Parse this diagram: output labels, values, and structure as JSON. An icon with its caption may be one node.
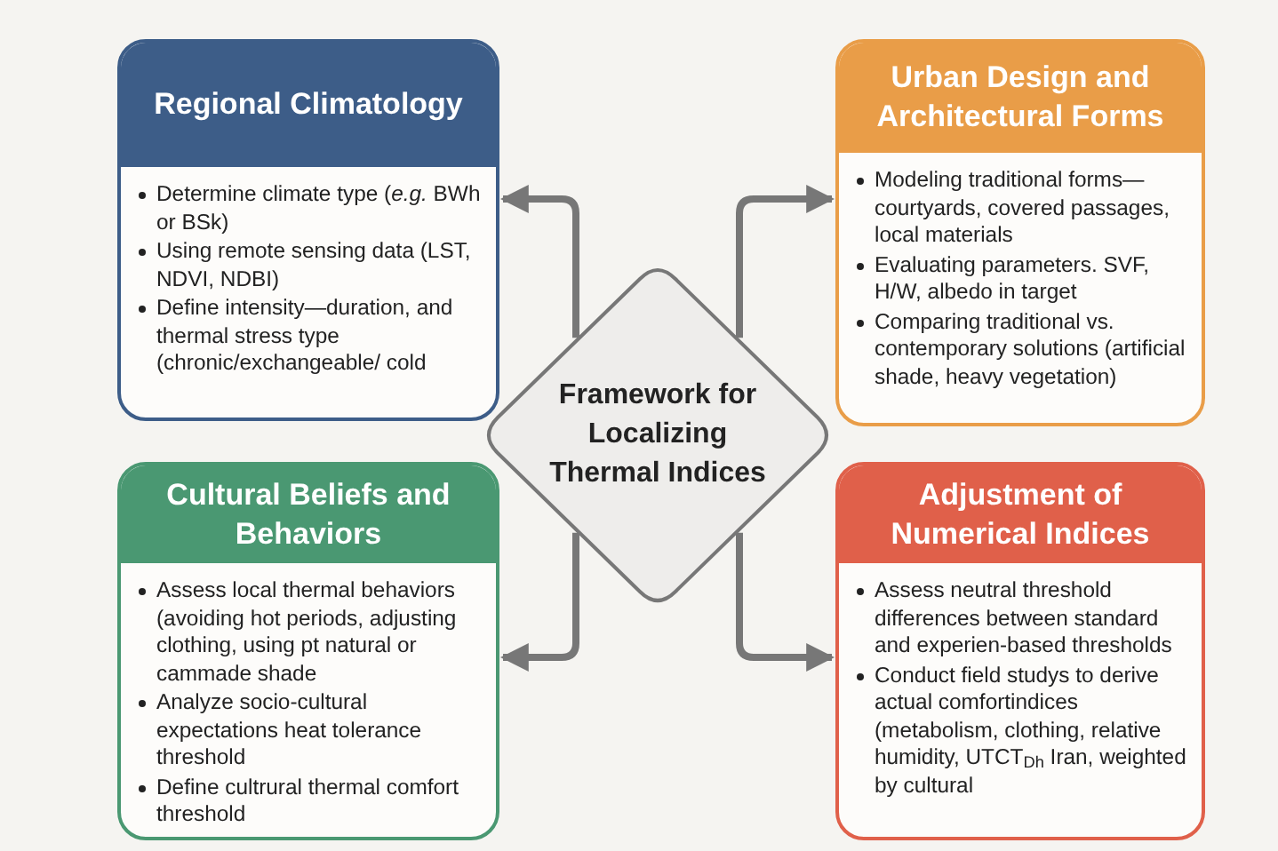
{
  "diagram": {
    "nodes": [
      {
        "text": [
          "Regional Climatology",
          "Determine climate type (*e.g.* BWh or BSk)",
          "Using remote sensing data (LST, NDVI, NDBI)",
          "Define intensity—duration, and thermal stress type (chronic/exchangeable/ cold"
        ]
      },
      {
        "text": [
          "Urban Design and Architectural Forms",
          "Modeling traditional forms— courtyards, covered passages, local materials",
          "Evaluating parameters. SVF, H/W, albedo in target",
          "Comparing traditional vs. contemporary solutions (artificial shade, heavy vegetation)"
        ]
      },
      {
        "text": [
          "Framework for Localizing Thermal Indices"
        ]
      },
      {
        "text": [
          "Cultural Beliefs and Behaviors",
          "Assess local thermal behaviors (avoiding hot periods, adjusting clothing, using pt natural or cammade shade",
          "Analyze socio-cultural expectations heat tolerance threshold",
          "Define cultrural thermal comfort threshold"
        ]
      },
      {
        "text": [
          "Adjustment of Numerical Indices",
          "Assess neutral threshold differences between standard and experien-based thresholds",
          "Conduct field studys to derive actual comfortindices (metabolism, clothing, relative humidity, UTCT$_{Dh}$ Iran, weighted by cultural"
        ]
      }
    ],
    "edges": [
      {
        "from": 2,
        "to": 0,
        "arrow": "to"
      },
      {
        "from": 2,
        "to": 1,
        "arrow": "to"
      },
      {
        "from": 2,
        "to": 3,
        "arrow": "to"
      },
      {
        "from": 2,
        "to": 4,
        "arrow": "to"
      }
    ]
  }
}
